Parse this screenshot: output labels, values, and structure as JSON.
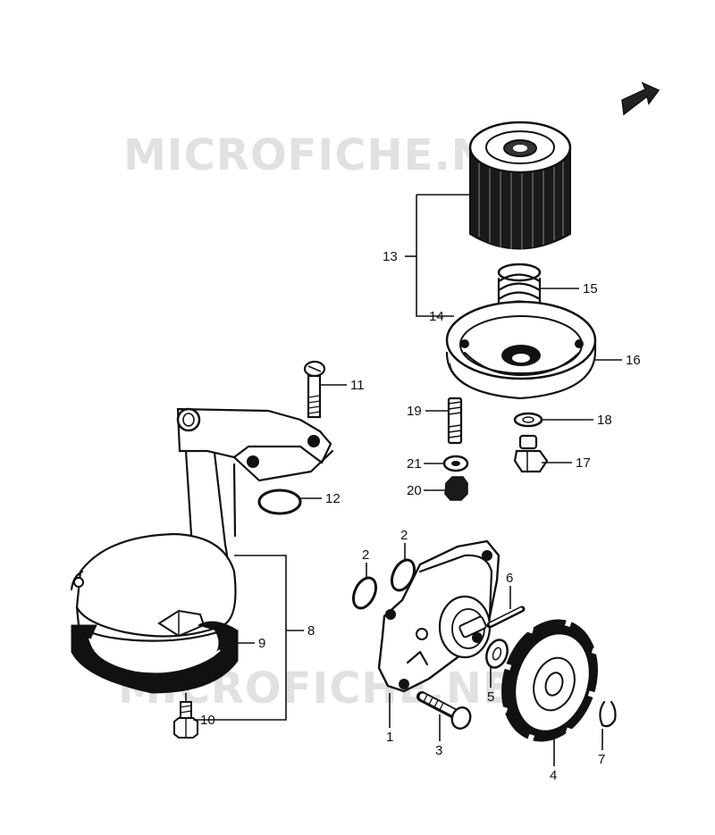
{
  "diagram": {
    "watermark_top": "MICROFICHE.NET",
    "watermark_bottom": "MICROFICHE.NET",
    "arrow_icon": "direction-arrow-icon",
    "callouts": {
      "c1": "1",
      "c2a": "2",
      "c2b": "2",
      "c3": "3",
      "c4": "4",
      "c5": "5",
      "c6": "6",
      "c7": "7",
      "c8": "8",
      "c9": "9",
      "c10": "10",
      "c11": "11",
      "c12": "12",
      "c13": "13",
      "c14": "14",
      "c15": "15",
      "c16": "16",
      "c17": "17",
      "c18": "18",
      "c19": "19",
      "c20": "20",
      "c21": "21"
    }
  }
}
